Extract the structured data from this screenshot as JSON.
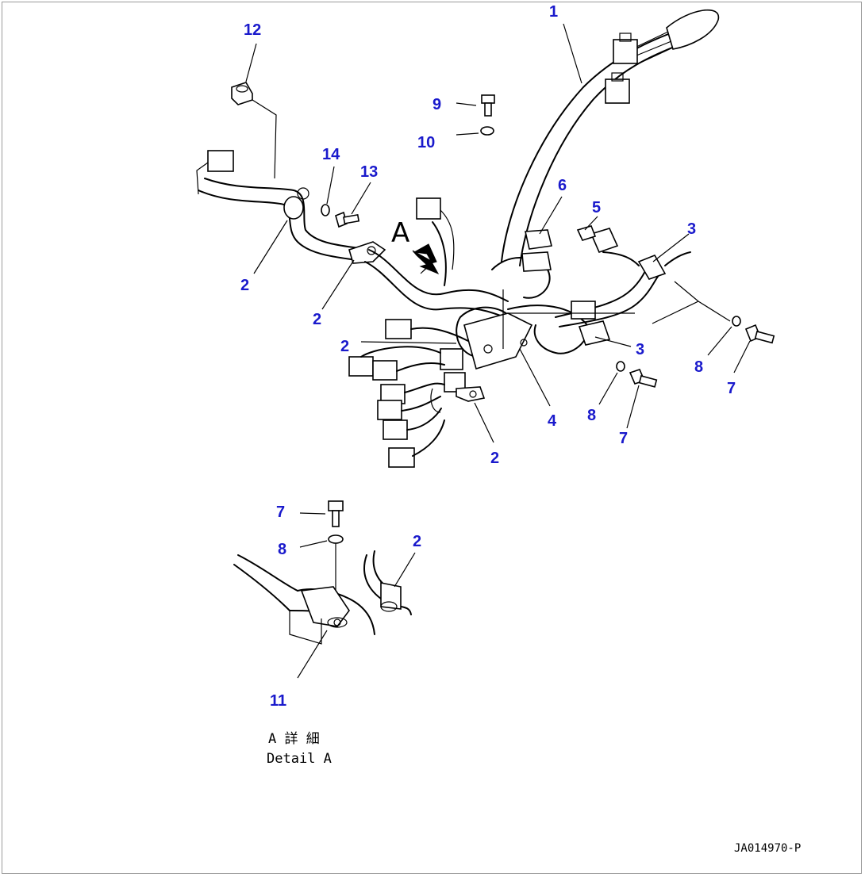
{
  "figure": {
    "detail_caption_jp": "A 詳 細",
    "detail_caption_en": "Detail A",
    "view_marker": "A",
    "art_id": "JA014970-P",
    "callout_color": "#1a1acc",
    "line_color": "#000000"
  },
  "callouts": [
    {
      "id": "c1",
      "text": "1"
    },
    {
      "id": "c2a",
      "text": "2"
    },
    {
      "id": "c2b",
      "text": "2"
    },
    {
      "id": "c2c",
      "text": "2"
    },
    {
      "id": "c2d",
      "text": "2"
    },
    {
      "id": "c2e",
      "text": "2"
    },
    {
      "id": "c3a",
      "text": "3"
    },
    {
      "id": "c3b",
      "text": "3"
    },
    {
      "id": "c4",
      "text": "4"
    },
    {
      "id": "c5",
      "text": "5"
    },
    {
      "id": "c6",
      "text": "6"
    },
    {
      "id": "c7a",
      "text": "7"
    },
    {
      "id": "c7b",
      "text": "7"
    },
    {
      "id": "c7c",
      "text": "7"
    },
    {
      "id": "c8a",
      "text": "8"
    },
    {
      "id": "c8b",
      "text": "8"
    },
    {
      "id": "c8c",
      "text": "8"
    },
    {
      "id": "c9",
      "text": "9"
    },
    {
      "id": "c10",
      "text": "10"
    },
    {
      "id": "c11",
      "text": "11"
    },
    {
      "id": "c12",
      "text": "12"
    },
    {
      "id": "c13",
      "text": "13"
    },
    {
      "id": "c14",
      "text": "14"
    }
  ]
}
